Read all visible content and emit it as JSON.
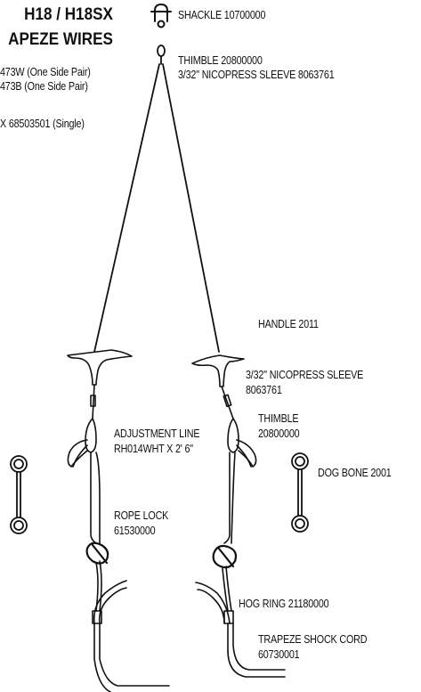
{
  "header": {
    "title_line1": "H18 / H18SX",
    "title_line2": "APEZE WIRES",
    "part_line1": "473W (One Side Pair)",
    "part_line2": "473B  (One Side Pair)",
    "part_line3": "X 68503501 (Single)"
  },
  "labels": {
    "shackle": "SHACKLE  10700000",
    "thimble_top": "THIMBLE  20800000",
    "sleeve_top": "3/32\" NICOPRESS SLEEVE  8063761",
    "handle": "HANDLE  2011",
    "sleeve_mid_1": "3/32\" NICOPRESS SLEEVE",
    "sleeve_mid_2": "8063761",
    "thimble_mid_1": "THIMBLE",
    "thimble_mid_2": "20800000",
    "adjust_1": "ADJUSTMENT LINE",
    "adjust_2": "RH014WHT X 2' 6\"",
    "dogbone": "DOG BONE 2001",
    "ropelock_1": "ROPE LOCK",
    "ropelock_2": "61530000",
    "hogring": "HOG RING  21180000",
    "shock_1": "TRAPEZE SHOCK CORD",
    "shock_2": "60730001"
  }
}
